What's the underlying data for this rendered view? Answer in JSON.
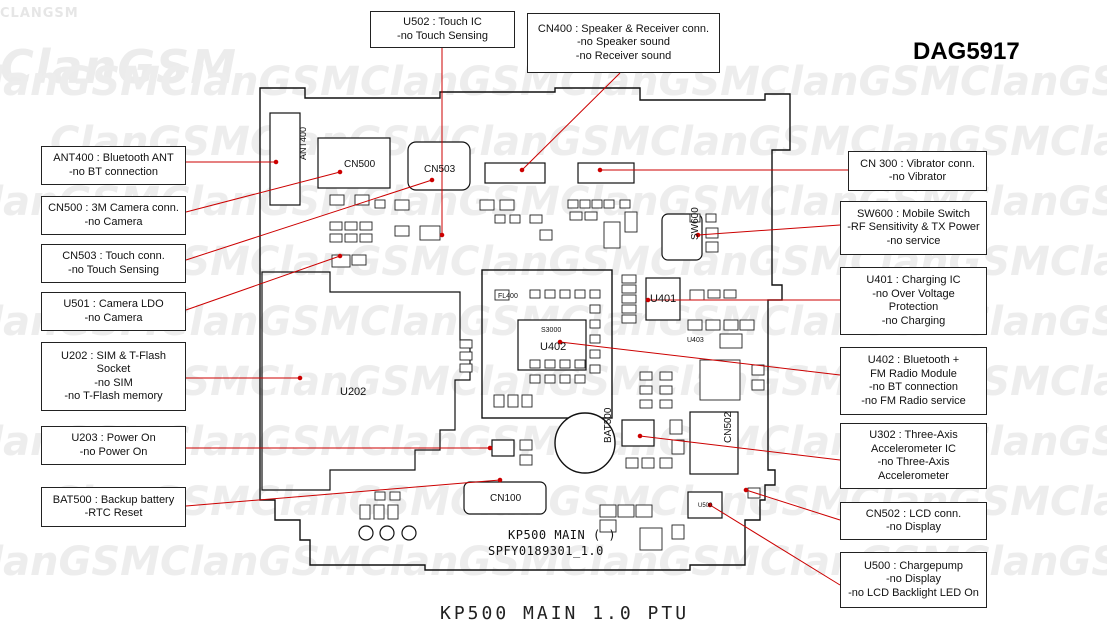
{
  "model_code": "DAG5917",
  "watermark": "ClanGSM",
  "watermark_small": "CLANGSM",
  "board": {
    "name_line1": "KP500 MAIN ( )",
    "name_line2": "SPFY0189301_1.0",
    "bottom_partial": "KP500 MAIN 1.0 PTU"
  },
  "component_labels": {
    "ant400": "ANT400",
    "cn500": "CN500",
    "cn503": "CN503",
    "u202": "U202",
    "u402": "U402",
    "u401": "U401",
    "sw600": "SW600",
    "cn502": "CN502",
    "bat500": "BAT500",
    "cn100": "CN100",
    "fl400": "FL400",
    "s3000": "S3000",
    "u403": "U403",
    "u500": "U500"
  },
  "callouts": [
    {
      "id": "u502",
      "lines": [
        "U502 : Touch IC",
        "-no Touch Sensing"
      ]
    },
    {
      "id": "cn400",
      "lines": [
        "CN400 : Speaker & Receiver conn.",
        "-no Speaker sound",
        "-no Receiver sound"
      ]
    },
    {
      "id": "ant400",
      "lines": [
        "ANT400 : Bluetooth ANT",
        "-no BT connection"
      ]
    },
    {
      "id": "cn500",
      "lines": [
        "CN500 : 3M Camera conn.",
        "-no Camera"
      ]
    },
    {
      "id": "cn503",
      "lines": [
        "CN503 : Touch conn.",
        "-no Touch Sensing"
      ]
    },
    {
      "id": "u501",
      "lines": [
        "U501 : Camera LDO",
        "-no Camera"
      ]
    },
    {
      "id": "u202",
      "lines": [
        "U202 : SIM & T-Flash",
        "Socket",
        "-no SIM",
        "-no T-Flash memory"
      ]
    },
    {
      "id": "u203",
      "lines": [
        "U203 : Power On",
        "-no Power On"
      ]
    },
    {
      "id": "bat500",
      "lines": [
        "BAT500 : Backup battery",
        "-RTC Reset"
      ]
    },
    {
      "id": "cn300",
      "lines": [
        "CN 300 : Vibrator conn.",
        "-no Vibrator"
      ]
    },
    {
      "id": "sw600",
      "lines": [
        "SW600 : Mobile Switch",
        "-RF Sensitivity & TX Power",
        "-no service"
      ]
    },
    {
      "id": "u401",
      "lines": [
        "U401 : Charging IC",
        "-no Over Voltage",
        "Protection",
        "-no Charging"
      ]
    },
    {
      "id": "u402",
      "lines": [
        "U402 : Bluetooth +",
        "FM Radio Module",
        "-no BT connection",
        "-no FM Radio service"
      ]
    },
    {
      "id": "u302",
      "lines": [
        "U302 : Three-Axis",
        "Accelerometer IC",
        "-no Three-Axis",
        "Accelerometer"
      ]
    },
    {
      "id": "cn502",
      "lines": [
        "CN502 : LCD conn.",
        "-no Display"
      ]
    },
    {
      "id": "u500",
      "lines": [
        "U500 : Chargepump",
        "-no Display",
        "-no LCD Backlight LED On"
      ]
    }
  ],
  "colors": {
    "leader_line": "#cc0000",
    "pcb_outline": "#111111",
    "watermark": "#ececec"
  }
}
